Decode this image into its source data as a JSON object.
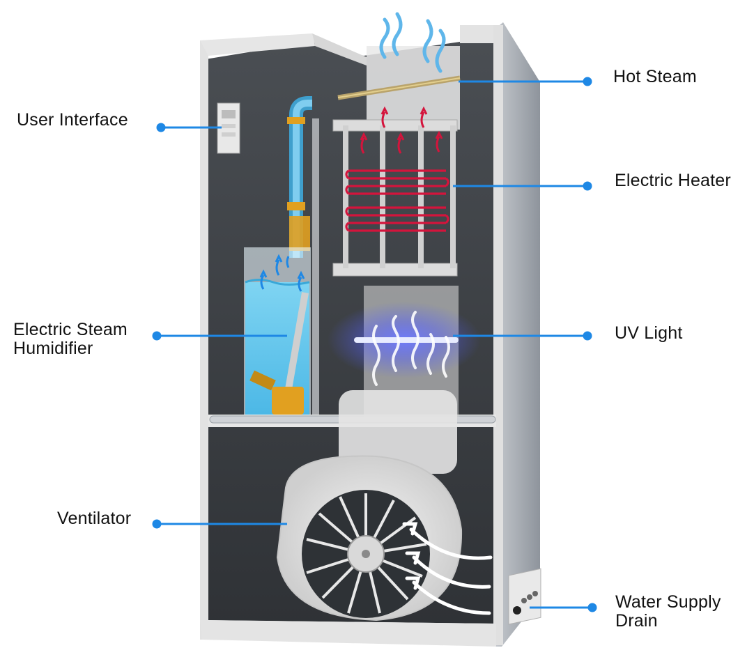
{
  "colors": {
    "leader": "#1e88e5",
    "water": "#5cc3ec",
    "pipe": "#5bb5df",
    "brass": "#e1a020",
    "heat": "#d4143c",
    "uv": "#4a5cff",
    "casing": "#dedede",
    "casing_side": "#a8adb5",
    "interior": "#3b3f44"
  },
  "icons": [
    "steam-wave-icon",
    "heat-arrow-icon",
    "vapor-arrow-icon",
    "airflow-arrow-icon",
    "fan-blade-icon"
  ],
  "labels": {
    "hot_steam": "Hot Steam",
    "user_interface": "User Interface",
    "electric_heater": "Electric Heater",
    "electric_steam_humidifier": "Electric Steam\nHumidifier",
    "uv_light": "UV Light",
    "ventilator": "Ventilator",
    "water_supply_drain": "Water Supply\nDrain"
  }
}
